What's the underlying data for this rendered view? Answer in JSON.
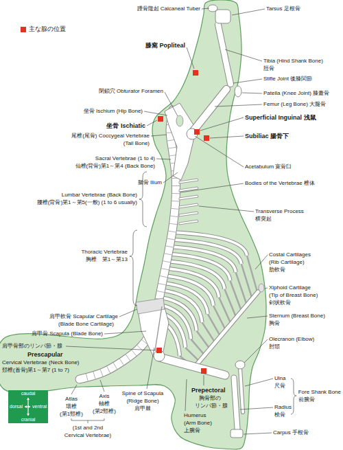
{
  "diagram": {
    "nodes": [
      {
        "text": [
          "caudal",
          "dorsal",
          "ventral",
          "cranial"
        ]
      }
    ],
    "labels": [
      "踵骨隆起 Calcaneal Tuber",
      "Tarsus 足根骨",
      "膝窩 Popliteal",
      "Tibia (Hind Shank Bone)",
      "脛骨",
      "Stifle Joint 後膝関節",
      "閉鎖穴 Obturator Foramen",
      "Patella (Knee Joint) 膝蓋骨",
      "Femur (Leg Bone) 大腿骨",
      "坐骨 Ischium (Hip Bone)",
      "Superficial Inguinal 浅鼠",
      "坐骨 Ischiatic",
      "尾椎(尾骨) Coccygeal Vertebrae",
      "(Tail Bone)",
      "Subiliac 腸骨下",
      "Sacral Vertebrae (1 to 4)",
      "仙椎(背骨)第1～第4 (Back Bone)",
      "Acetabulum 寛骨臼",
      "腸骨 Ilium",
      "Bodies of the Vertebrae 椎体",
      "Lumbar Vertebrae (Back Bone)",
      "腰椎(背骨)第1～第5(一般) (1 to 6 usually)",
      "Transverse Process",
      "横突起",
      "Thoracic Vertebrae",
      "胸椎　第1～第13",
      "Costal Cartilages",
      "(Rib Cartilage)",
      "肋軟骨",
      "Xiphoid Cartilage",
      "(Tip of Breast Bone)",
      "剣状軟骨",
      "肩甲軟骨 Scapular Cartilage",
      "(Blade Bone Cartilage)",
      "Sternum (Breast Bone)",
      "胸骨",
      "肩甲骨 Scapula (Blade Bone)",
      "Olecranon (Elbow)",
      "肘頭",
      "肩甲骨部のリンパ節・腺",
      "Prescapular",
      "Cervical Vertebrae (Neck Bone)",
      "頚椎(首骨)第1～第7 (1 to 7)",
      "Ulna",
      "尺骨",
      "Fore Shank Bone",
      "前腕骨",
      "Spine of Scapula",
      "(Ridge Bone)",
      "肩甲棘",
      "Prepectoral",
      "胸骨部の",
      "リンパ節・腺",
      "Axis",
      "軸椎",
      "(第2頸椎)",
      "Atlas",
      "環椎",
      "(第1頸椎)",
      "Radius",
      "橈骨",
      "Humerus",
      "(Arm Bone)",
      "上腕骨",
      "Carpus 手根骨",
      "(1st and 2nd",
      "Cervical Vertebrae)"
    ],
    "legend": [
      {
        "text": "主な腺の位置",
        "color": "#e5321f"
      }
    ]
  }
}
